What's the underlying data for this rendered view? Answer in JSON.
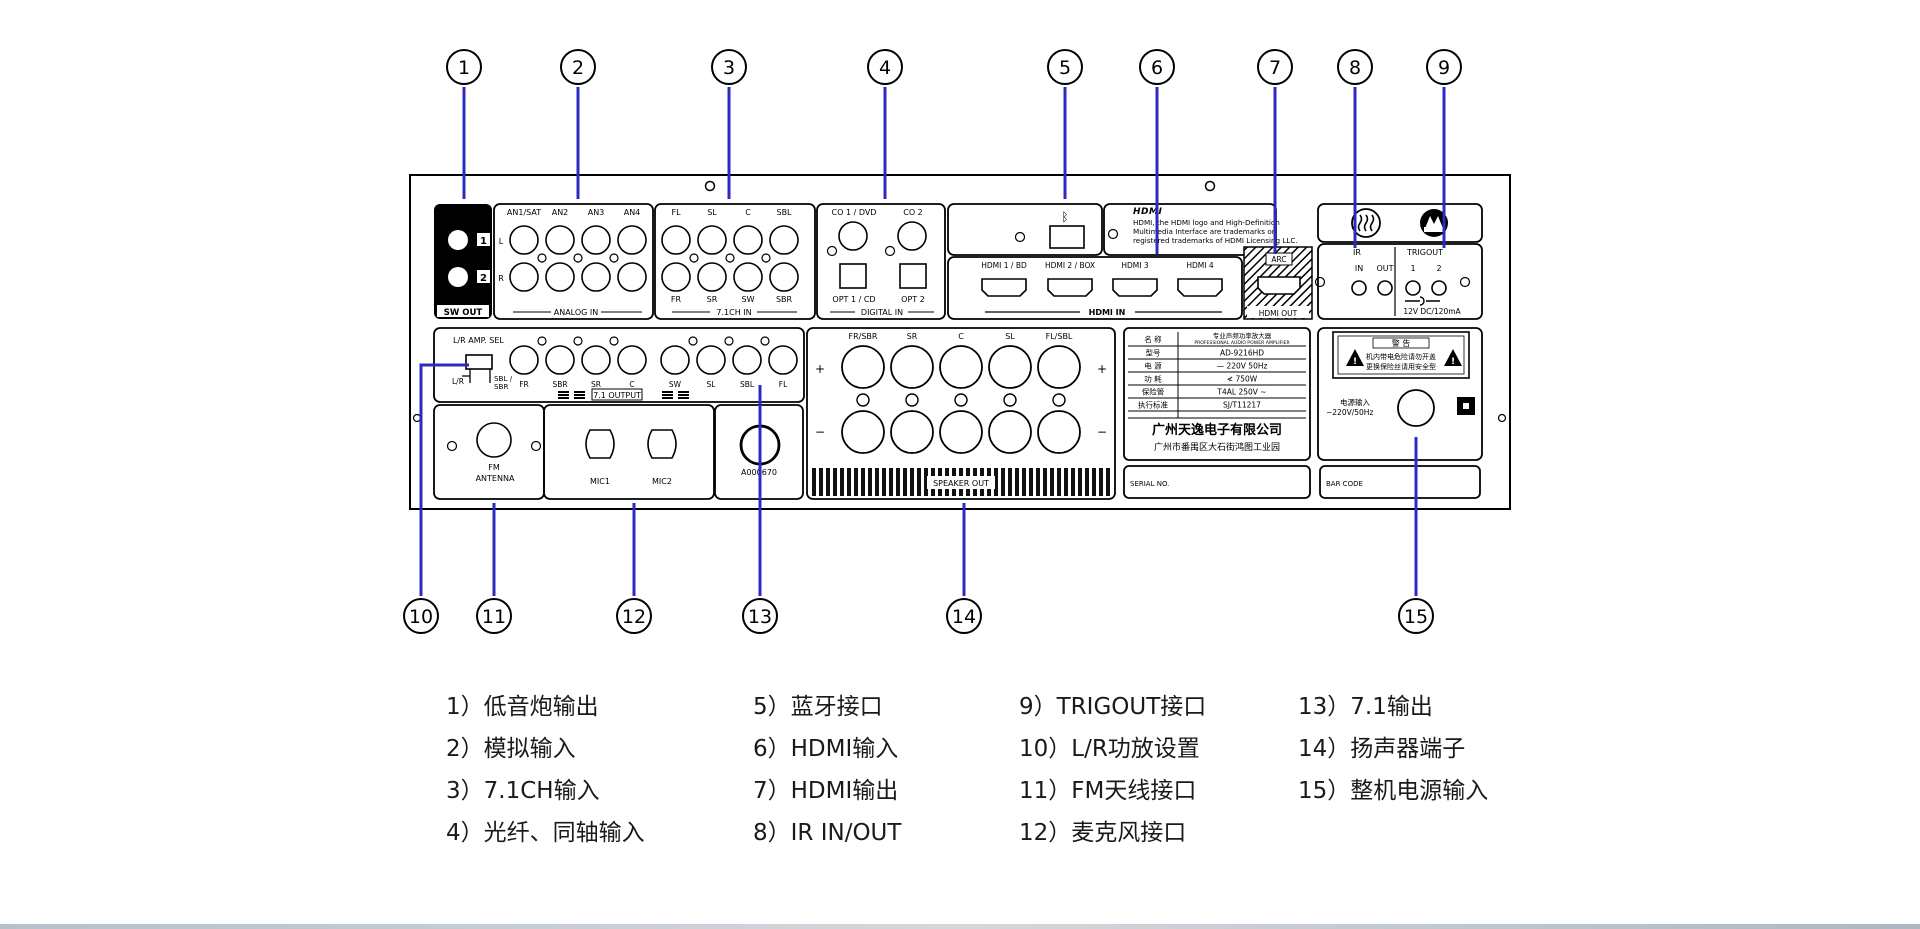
{
  "callouts": [
    "1",
    "2",
    "3",
    "4",
    "5",
    "6",
    "7",
    "8",
    "9",
    "10",
    "11",
    "12",
    "13",
    "14",
    "15"
  ],
  "panel": {
    "sw_out": {
      "title": "SW OUT",
      "ch1": "1",
      "ch2": "2"
    },
    "analog": {
      "labels": [
        "AN1/SAT",
        "AN2",
        "AN3",
        "AN4"
      ],
      "row_l": "L",
      "row_r": "R",
      "title": "ANALOG IN"
    },
    "ch71": {
      "top": [
        "FL",
        "SL",
        "C",
        "SBL"
      ],
      "bottom": [
        "FR",
        "SR",
        "SW",
        "SBR"
      ],
      "title": "7.1CH IN"
    },
    "digital": {
      "co1": "CO 1 / DVD",
      "co2": "CO 2",
      "opt1": "OPT 1 / CD",
      "opt2": "OPT 2",
      "title": "DIGITAL IN"
    },
    "bluetooth_symbol": "ᛒ",
    "hdmi_notice": {
      "logo": "HDMI",
      "lines": [
        "HDMI, the HDMI logo and High-Definition",
        "Multimedia Interface are trademarks or",
        "registered trademarks of HDMI Licensing LLC."
      ]
    },
    "hdmi_in": {
      "ports": [
        "HDMI 1 / BD",
        "HDMI 2 / BOX",
        "HDMI 3",
        "HDMI 4"
      ],
      "title": "HDMI IN"
    },
    "hdmi_out": {
      "arc": "ARC",
      "title": "HDMI OUT"
    },
    "ir": {
      "title": "IR",
      "in": "IN",
      "out": "OUT"
    },
    "trig": {
      "title": "TRIGOUT",
      "p1": "1",
      "p2": "2",
      "spec": "12V DC/120mA"
    },
    "amp_sel": {
      "title": "L/R AMP. SEL",
      "left": "L/R",
      "right": "SBL /\nSBR"
    },
    "out71": {
      "labels": [
        "FR",
        "SBR",
        "SR",
        "C",
        "SW",
        "SL",
        "SBL",
        "FL"
      ],
      "title": "7.1 OUTPUT"
    },
    "fm": {
      "line1": "FM",
      "line2": "ANTENNA"
    },
    "mic": {
      "mic1": "MIC1",
      "mic2": "MIC2"
    },
    "fuse": {
      "code": "A000670"
    },
    "speaker": {
      "labels": [
        "FR/SBR",
        "SR",
        "C",
        "SL",
        "FL/SBL"
      ],
      "plus": "+",
      "minus": "−",
      "title": "SPEAKER OUT"
    },
    "nameplate": {
      "rows": [
        {
          "k": "名  称",
          "v": "专业声频功率放大器",
          "v2": "PROFESSIONAL AUDIO POWER AMPLIFIER"
        },
        {
          "k": "型号",
          "v": "AD-9216HD"
        },
        {
          "k": "电  源",
          "v": "— 220V  50Hz"
        },
        {
          "k": "功  耗",
          "v": "≮ 750W"
        },
        {
          "k": "保险管",
          "v": "T4AL  250V ~"
        },
        {
          "k": "执行标准",
          "v": "SJ/T11217"
        }
      ],
      "company": "广州天逸电子有限公司",
      "address": "广州市番禺区大石街鸿图工业园"
    },
    "serial": "SERIAL NO.",
    "warning": {
      "title": "警  告",
      "l1": "机内带电危险请勿开盖",
      "l2": "更换保险丝请用安全型"
    },
    "power": {
      "l1": "电源输入",
      "l2": "~220V/50Hz"
    },
    "barcode": "BAR CODE"
  },
  "legend": [
    [
      "1）低音炮输出",
      "2）模拟输入",
      "3）7.1CH输入",
      "4）光纤、同轴输入"
    ],
    [
      "5）蓝牙接口",
      "6）HDMI输入",
      "7）HDMI输出",
      "8）IR IN/OUT"
    ],
    [
      "9）TRIGOUT接口",
      "10）L/R功放设置",
      "11）FM天线接口",
      "12）麦克风接口"
    ],
    [
      "13）7.1输出",
      "14）扬声器端子",
      "15）整机电源输入"
    ]
  ]
}
